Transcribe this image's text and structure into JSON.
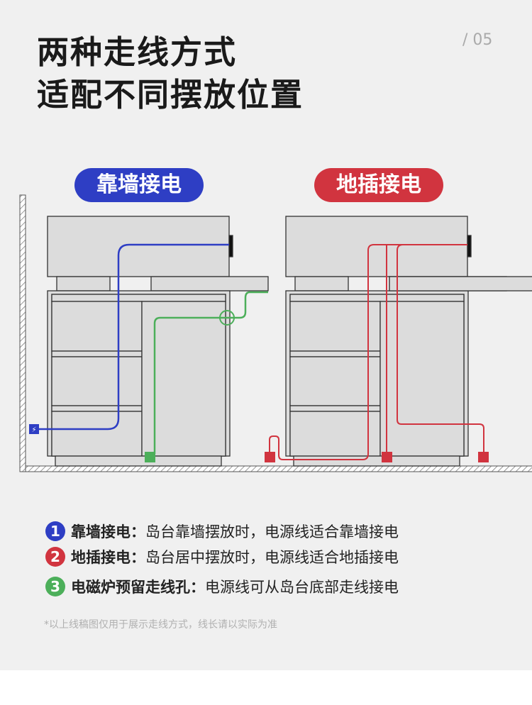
{
  "header": {
    "title_line1": "两种走线方式",
    "title_line2": "适配不同摆放位置",
    "page_number": "/ 05"
  },
  "diagrams": [
    {
      "label": "靠墙接电",
      "color": "#2e3ec4"
    },
    {
      "label": "地插接电",
      "color": "#d1343f"
    }
  ],
  "cable_colors": {
    "blue": "#2e3ec4",
    "green": "#4caf5a",
    "red": "#d1343f"
  },
  "legend": [
    {
      "number": "1",
      "title": "靠墙接电：",
      "text": "岛台靠墙摆放时，电源线适合靠墙接电",
      "color": "#2e3ec4"
    },
    {
      "number": "2",
      "title": "地插接电：",
      "text": "岛台居中摆放时，电源线适合地插接电",
      "color": "#d1343f"
    },
    {
      "number": "3",
      "title": "电磁炉预留走线孔：",
      "text": "电源线可从岛台底部走线接电",
      "color": "#4caf5a"
    }
  ],
  "footnote": "*以上线稿图仅用于展示走线方式，线长请以实际为准"
}
